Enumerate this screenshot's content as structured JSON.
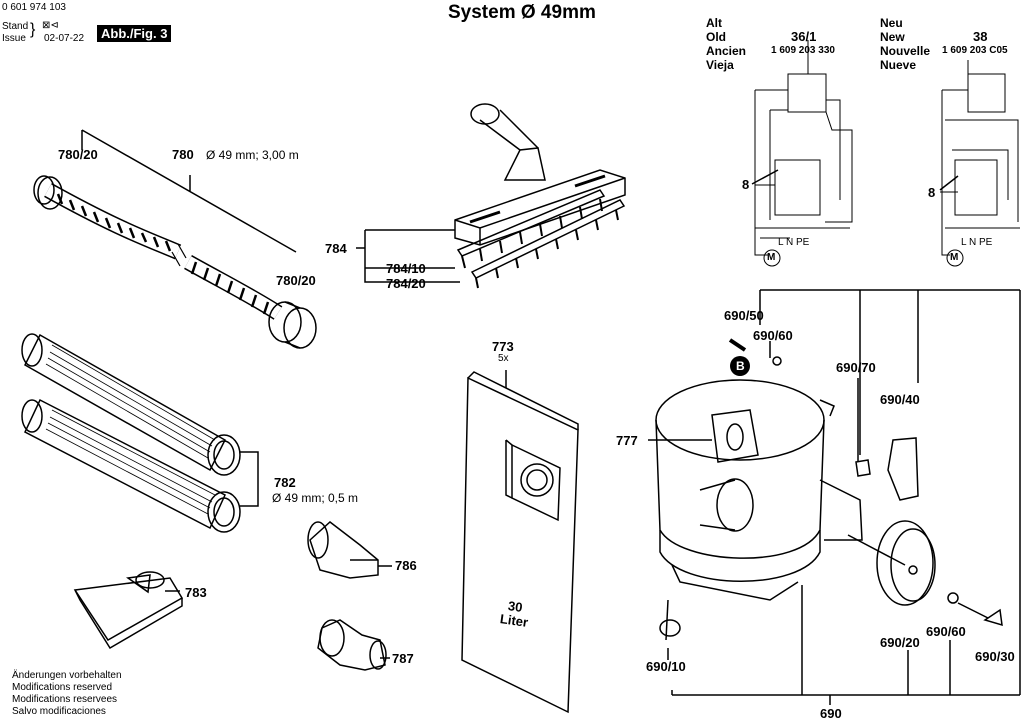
{
  "header": {
    "part_number": "0 601 974 103",
    "stand_label": "Stand",
    "issue_label": "Issue",
    "issue_date": "02-07-22",
    "figure_label": "Abb./Fig. 3",
    "title": "System Ø 49mm"
  },
  "legend": {
    "languages_left": [
      "Alt",
      "Old",
      "Ancien",
      "Vieja"
    ],
    "languages_right": [
      "Neu",
      "New",
      "Nouvelle",
      "Nueve"
    ],
    "old_part": "36/1",
    "old_number": "1 609 203 330",
    "new_part": "38",
    "new_number": "1 609 203 C05",
    "board_label_left": "8",
    "board_label_right": "8",
    "terminals_left": "L N PE",
    "terminals_right": "L N PE",
    "motor_symbol": "M"
  },
  "parts": {
    "p780": "780",
    "p780_spec": "Ø 49 mm; 3,00 m",
    "p780_20a": "780/20",
    "p780_20b": "780/20",
    "p784": "784",
    "p784_10": "784/10",
    "p784_20": "784/20",
    "p773": "773",
    "p773_qty": "5x",
    "bag_volume": "30",
    "bag_unit": "Liter",
    "p782": "782",
    "p782_spec": "Ø 49 mm; 0,5 m",
    "p783": "783",
    "p786": "786",
    "p787": "787",
    "p777": "777",
    "marker_b": "B",
    "p690_50": "690/50",
    "p690_60a": "690/60",
    "p690_70": "690/70",
    "p690_40": "690/40",
    "p690_10": "690/10",
    "p690_20": "690/20",
    "p690_60b": "690/60",
    "p690_30": "690/30",
    "p690": "690"
  },
  "footer": {
    "notes": [
      "Änderungen vorbehalten",
      "Modifications reserved",
      "Modifications reservees",
      "Salvo modificaciones"
    ]
  }
}
